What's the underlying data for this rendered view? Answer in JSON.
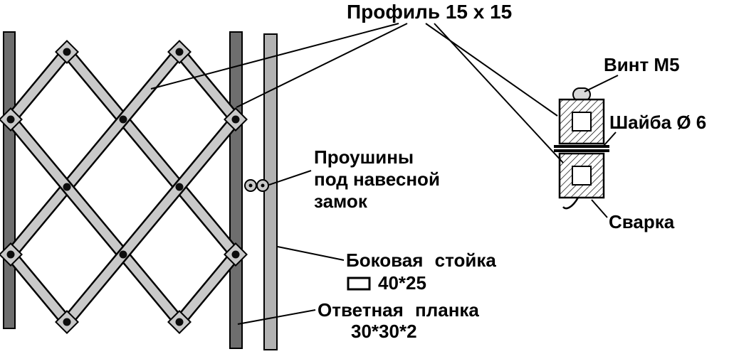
{
  "labels": {
    "profile": "Профиль 15 х 15",
    "lugs": {
      "line1": "Проушины",
      "line2": "под навесной",
      "line3": "замок"
    },
    "side_post": "Боковая стойка",
    "side_post_size": "40*25",
    "strike_plate": "Ответная планка",
    "strike_plate_size": "30*30*2",
    "screw": "Винт М5",
    "washer": "Шайба Ø 6",
    "weld": "Сварка"
  },
  "colors": {
    "lattice_bar": "#c9c9c9",
    "dark_rail": "#6e6e6e",
    "side_post": "#b2b2b2",
    "line": "#000000",
    "background": "#ffffff"
  }
}
